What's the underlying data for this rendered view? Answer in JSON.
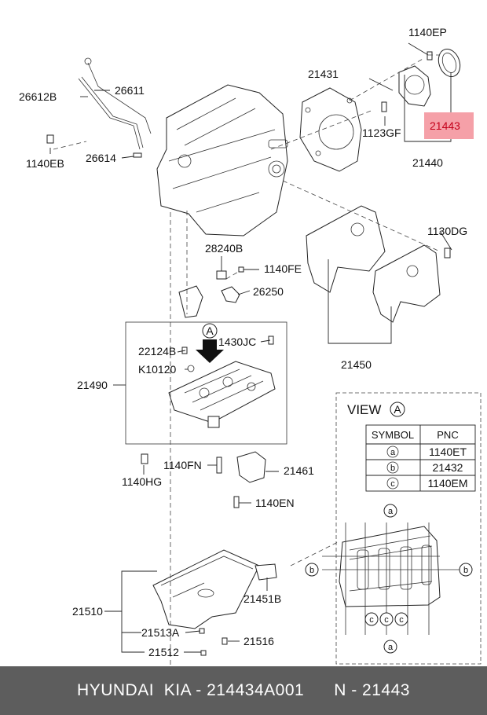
{
  "labels": {
    "p1140EP": "1140EP",
    "p21431": "21431",
    "p21443": "21443",
    "p1123GF": "1123GF",
    "p21440": "21440",
    "p26612B": "26612B",
    "p26611": "26611",
    "p1140EB": "1140EB",
    "p26614": "26614",
    "p1130DG": "1130DG",
    "p28240B": "28240B",
    "p1140FE": "1140FE",
    "p26250": "26250",
    "p21450": "21450",
    "p22124B": "22124B",
    "p1430JC": "1430JC",
    "pK10120": "K10120",
    "p21490": "21490",
    "p1140FN": "1140FN",
    "p21461": "21461",
    "p1140HG": "1140HG",
    "p1140EN": "1140EN",
    "p21510": "21510",
    "p21451B": "21451B",
    "p21513A": "21513A",
    "p21516": "21516",
    "p21512": "21512",
    "viewA": "A"
  },
  "view_box": {
    "title": "VIEW",
    "marker": "A",
    "table": {
      "headers": [
        "SYMBOL",
        "PNC"
      ],
      "rows": [
        {
          "symbol": "a",
          "pnc": "1140ET"
        },
        {
          "symbol": "b",
          "pnc": "21432"
        },
        {
          "symbol": "c",
          "pnc": "1140EM"
        }
      ]
    },
    "callouts": {
      "top": "a",
      "left": "b",
      "right": "b",
      "bottom_1": "c",
      "bottom_2": "c",
      "bottom_3": "c",
      "bottom_4": "a"
    }
  },
  "footer": {
    "text": "HYUNDAI  KIA - 214434A001      N - 21443"
  },
  "colors": {
    "highlight_fill": "#f5a0a8",
    "highlight_text": "#c4001a",
    "footer_bg": "#5d5d5d"
  }
}
